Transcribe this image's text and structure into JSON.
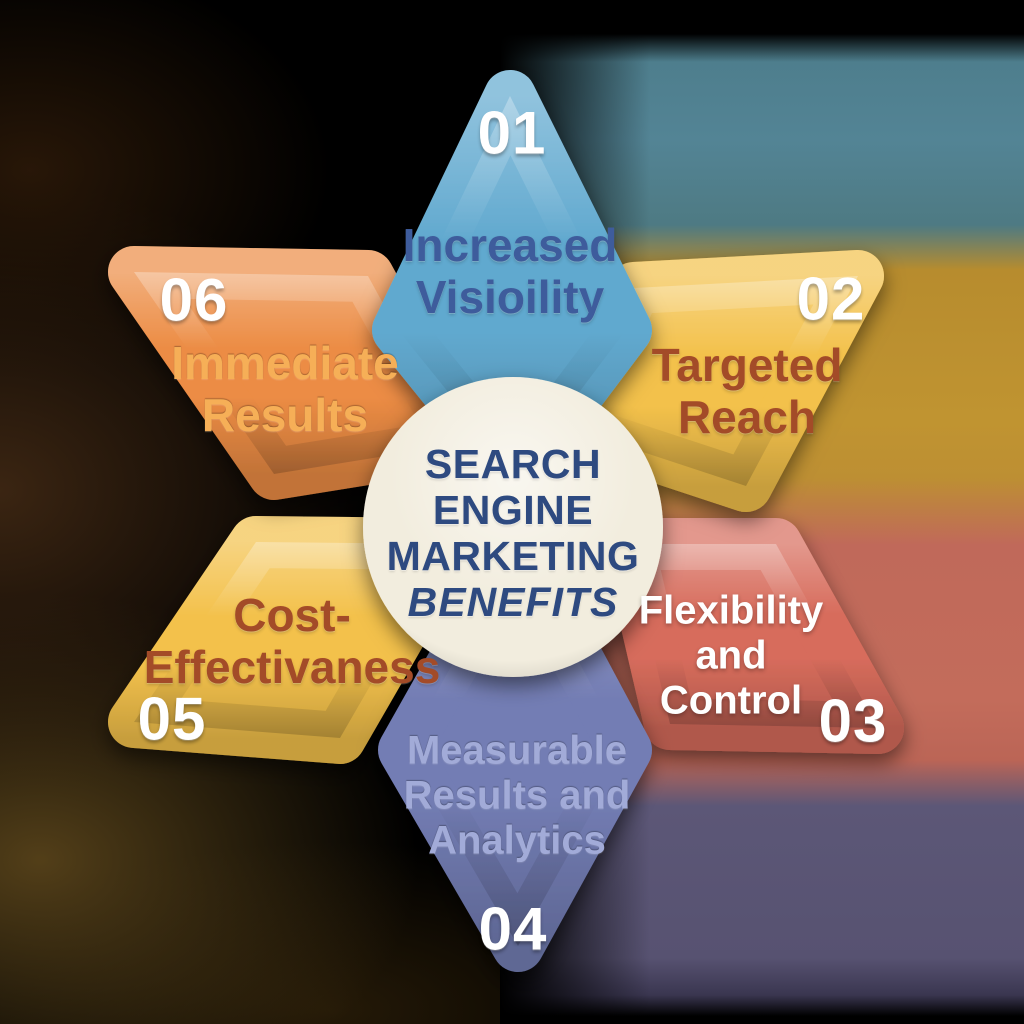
{
  "title": {
    "lines": [
      "SEARCH",
      "ENGINE",
      "MARKETING",
      "BENEFITS"
    ]
  },
  "segments": [
    {
      "number": "01",
      "label_lines": [
        "Increased",
        "Visioility"
      ],
      "position": "top",
      "color": "#61a9cf",
      "text_color": "#3e5c9c",
      "number_color": "#ffffff"
    },
    {
      "number": "02",
      "label_lines": [
        "Targeted",
        "Reach"
      ],
      "position": "top-right",
      "color": "#f3c14b",
      "text_color": "#a34b28",
      "number_color": "#ffffff"
    },
    {
      "number": "03",
      "label_lines": [
        "Flexibility",
        "and",
        "Control"
      ],
      "position": "bottom-right",
      "color": "#d76c5c",
      "text_color": "#ffffff",
      "number_color": "#ffffff"
    },
    {
      "number": "04",
      "label_lines": [
        "Measurable",
        "Results and",
        "Analytics"
      ],
      "position": "bottom",
      "color": "#737db4",
      "text_color": "#a2abd8",
      "number_color": "#ffffff"
    },
    {
      "number": "05",
      "label_lines": [
        "Cost-",
        "Effectivaness"
      ],
      "position": "bottom-left",
      "color": "#f3c14b",
      "text_color": "#a34b28",
      "number_color": "#ffffff"
    },
    {
      "number": "06",
      "label_lines": [
        "Immediate",
        "Results"
      ],
      "position": "top-left",
      "color": "#ec8c44",
      "text_color": "#f6af57",
      "number_color": "#ffffff"
    }
  ],
  "center": {
    "fill": "#f2edde",
    "title_text_color": "#2e4a80"
  },
  "colors": {
    "background_base": "#000000",
    "left_glow_brown": "#3e2713",
    "left_glow_olive": "#57421a",
    "right_band_blue": "#538495",
    "right_band_gold": "#c09431",
    "right_band_salmon": "#c36c5b",
    "right_band_purple": "#575271"
  }
}
